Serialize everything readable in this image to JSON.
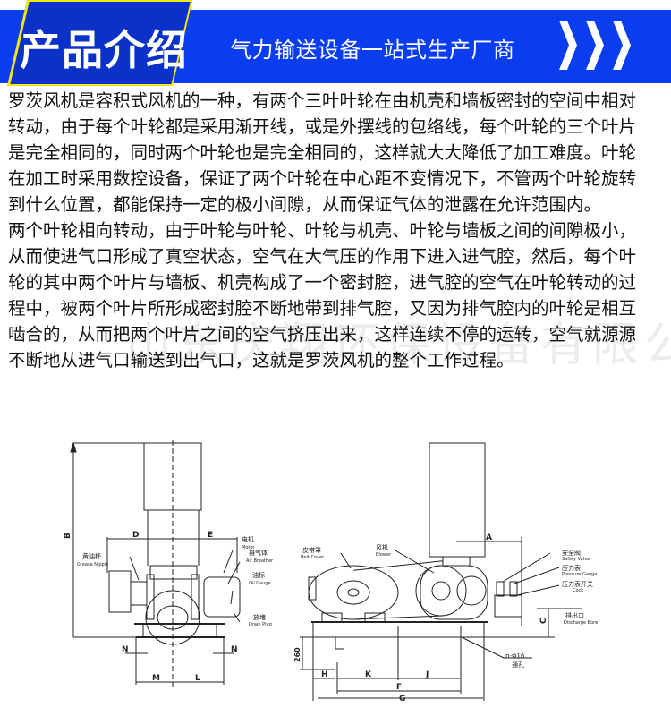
{
  "header": {
    "title": "产品介绍",
    "subtitle": "气力输送设备一站式生产厂商",
    "icon": "triple-chevron-right-icon",
    "colors": {
      "banner": "#0a3cf0",
      "title_box": "#0a31c8",
      "border": "#f2e61a"
    }
  },
  "body": {
    "paragraph1_lines": [
      "罗茨风机是容积式风机的一种，有两个三叶叶轮在由机壳和墙板密封的空间中相对",
      "转动，由于每个叶轮都是采用渐开线，或是外摆线的包络线，每个叶轮的三个叶片",
      "是完全相同的，同时两个叶轮也是完全相同的，这样就大大降低了加工难度。叶轮",
      "在加工时采用数控设备，保证了两个叶轮在中心距不变情况下，不管两个叶轮旋转",
      "到什么位置，都能保持一定的极小间隙，从而保证气体的泄露在允许范围内。"
    ],
    "paragraph2_lines": [
      "两个叶轮相向转动，由于叶轮与叶轮、叶轮与机壳、叶轮与墙板之间的间隙极小，",
      "从而使进气口形成了真空状态，空气在大气压的作用下进入进气腔，然后，每个叶",
      "轮的其中两个叶片与墙板、机壳构成了一个密封腔，进气腔的空气在叶轮转动的过",
      "程中，被两个叶片所形成密封腔不断地带到排气腔，又因为排气腔内的叶轮是相互",
      "啮合的，从而把两个叶片之间的空气挤压出来，这样连续不停的运转，空气就源源",
      "不断地从进气口输送到出气口，这就是罗茨风机的整个工作过程。"
    ],
    "watermark": "山东庆翔环保设备有限公司"
  },
  "drawing": {
    "dimensions": {
      "A": "A",
      "B": "B",
      "C": "C",
      "D": "D",
      "E": "E",
      "F": "F",
      "G": "G",
      "H": "H",
      "J": "J",
      "K": "K",
      "L": "L",
      "M": "M",
      "N": "N",
      "height_260": "260"
    },
    "labels": {
      "motor_cn": "电机",
      "motor_en": "Motor",
      "grease_cn": "黄油杯",
      "grease_en": "Grease Nipple",
      "breather_cn": "排气体",
      "breather_en": "Air Breather",
      "oil_cn": "油标",
      "oil_en": "Oil Gauge",
      "drain_cn": "放堵",
      "drain_en": "Drain Plug",
      "belt_cn": "皮带罩",
      "belt_en": "Belt Cover",
      "blower_cn": "风机",
      "blower_en": "Blower",
      "safety_cn": "安全阀",
      "safety_en": "Safety Valve",
      "pressure_cn": "压力表",
      "pressure_en": "Pressure Gauge",
      "cock_cn": "压力表开关",
      "cock_en": "Cock",
      "discharge_cn": "排出口",
      "discharge_en": "Discharge Bore",
      "hole_spec": "n-Φ16",
      "hole_cn": "通孔"
    }
  }
}
